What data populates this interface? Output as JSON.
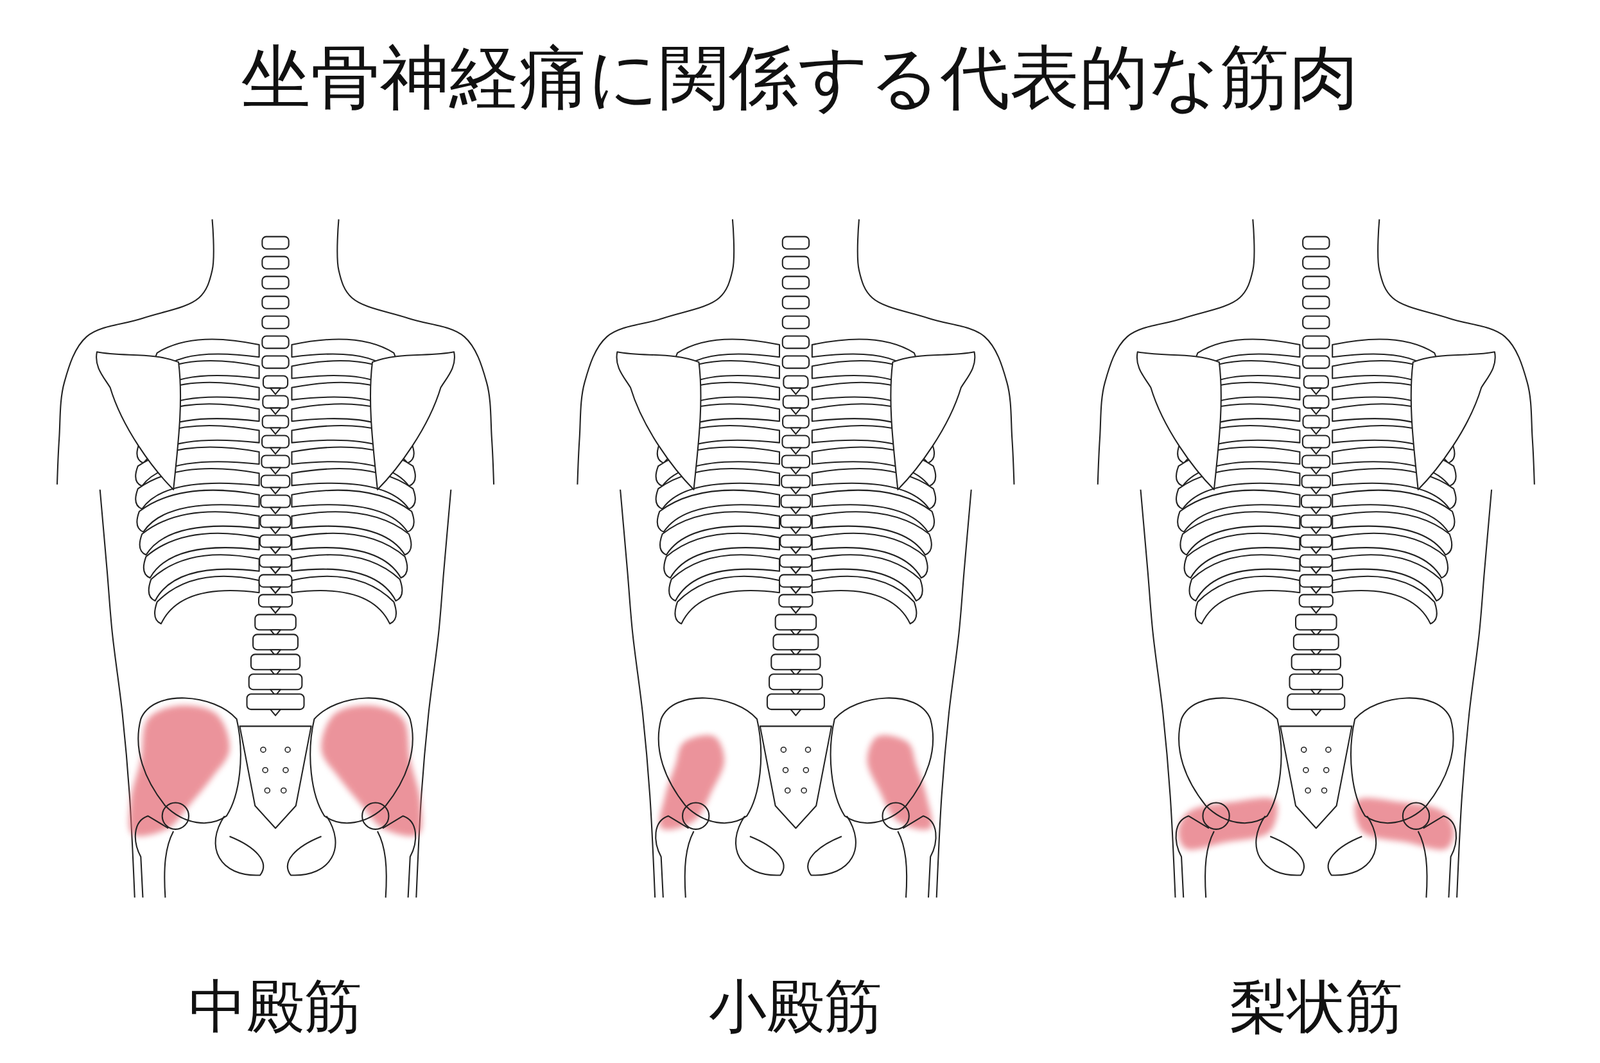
{
  "diagram": {
    "title": "坐骨神経痛に関係する代表的な筋肉",
    "labels": [
      "中殿筋",
      "小殿筋",
      "梨状筋"
    ]
  }
}
